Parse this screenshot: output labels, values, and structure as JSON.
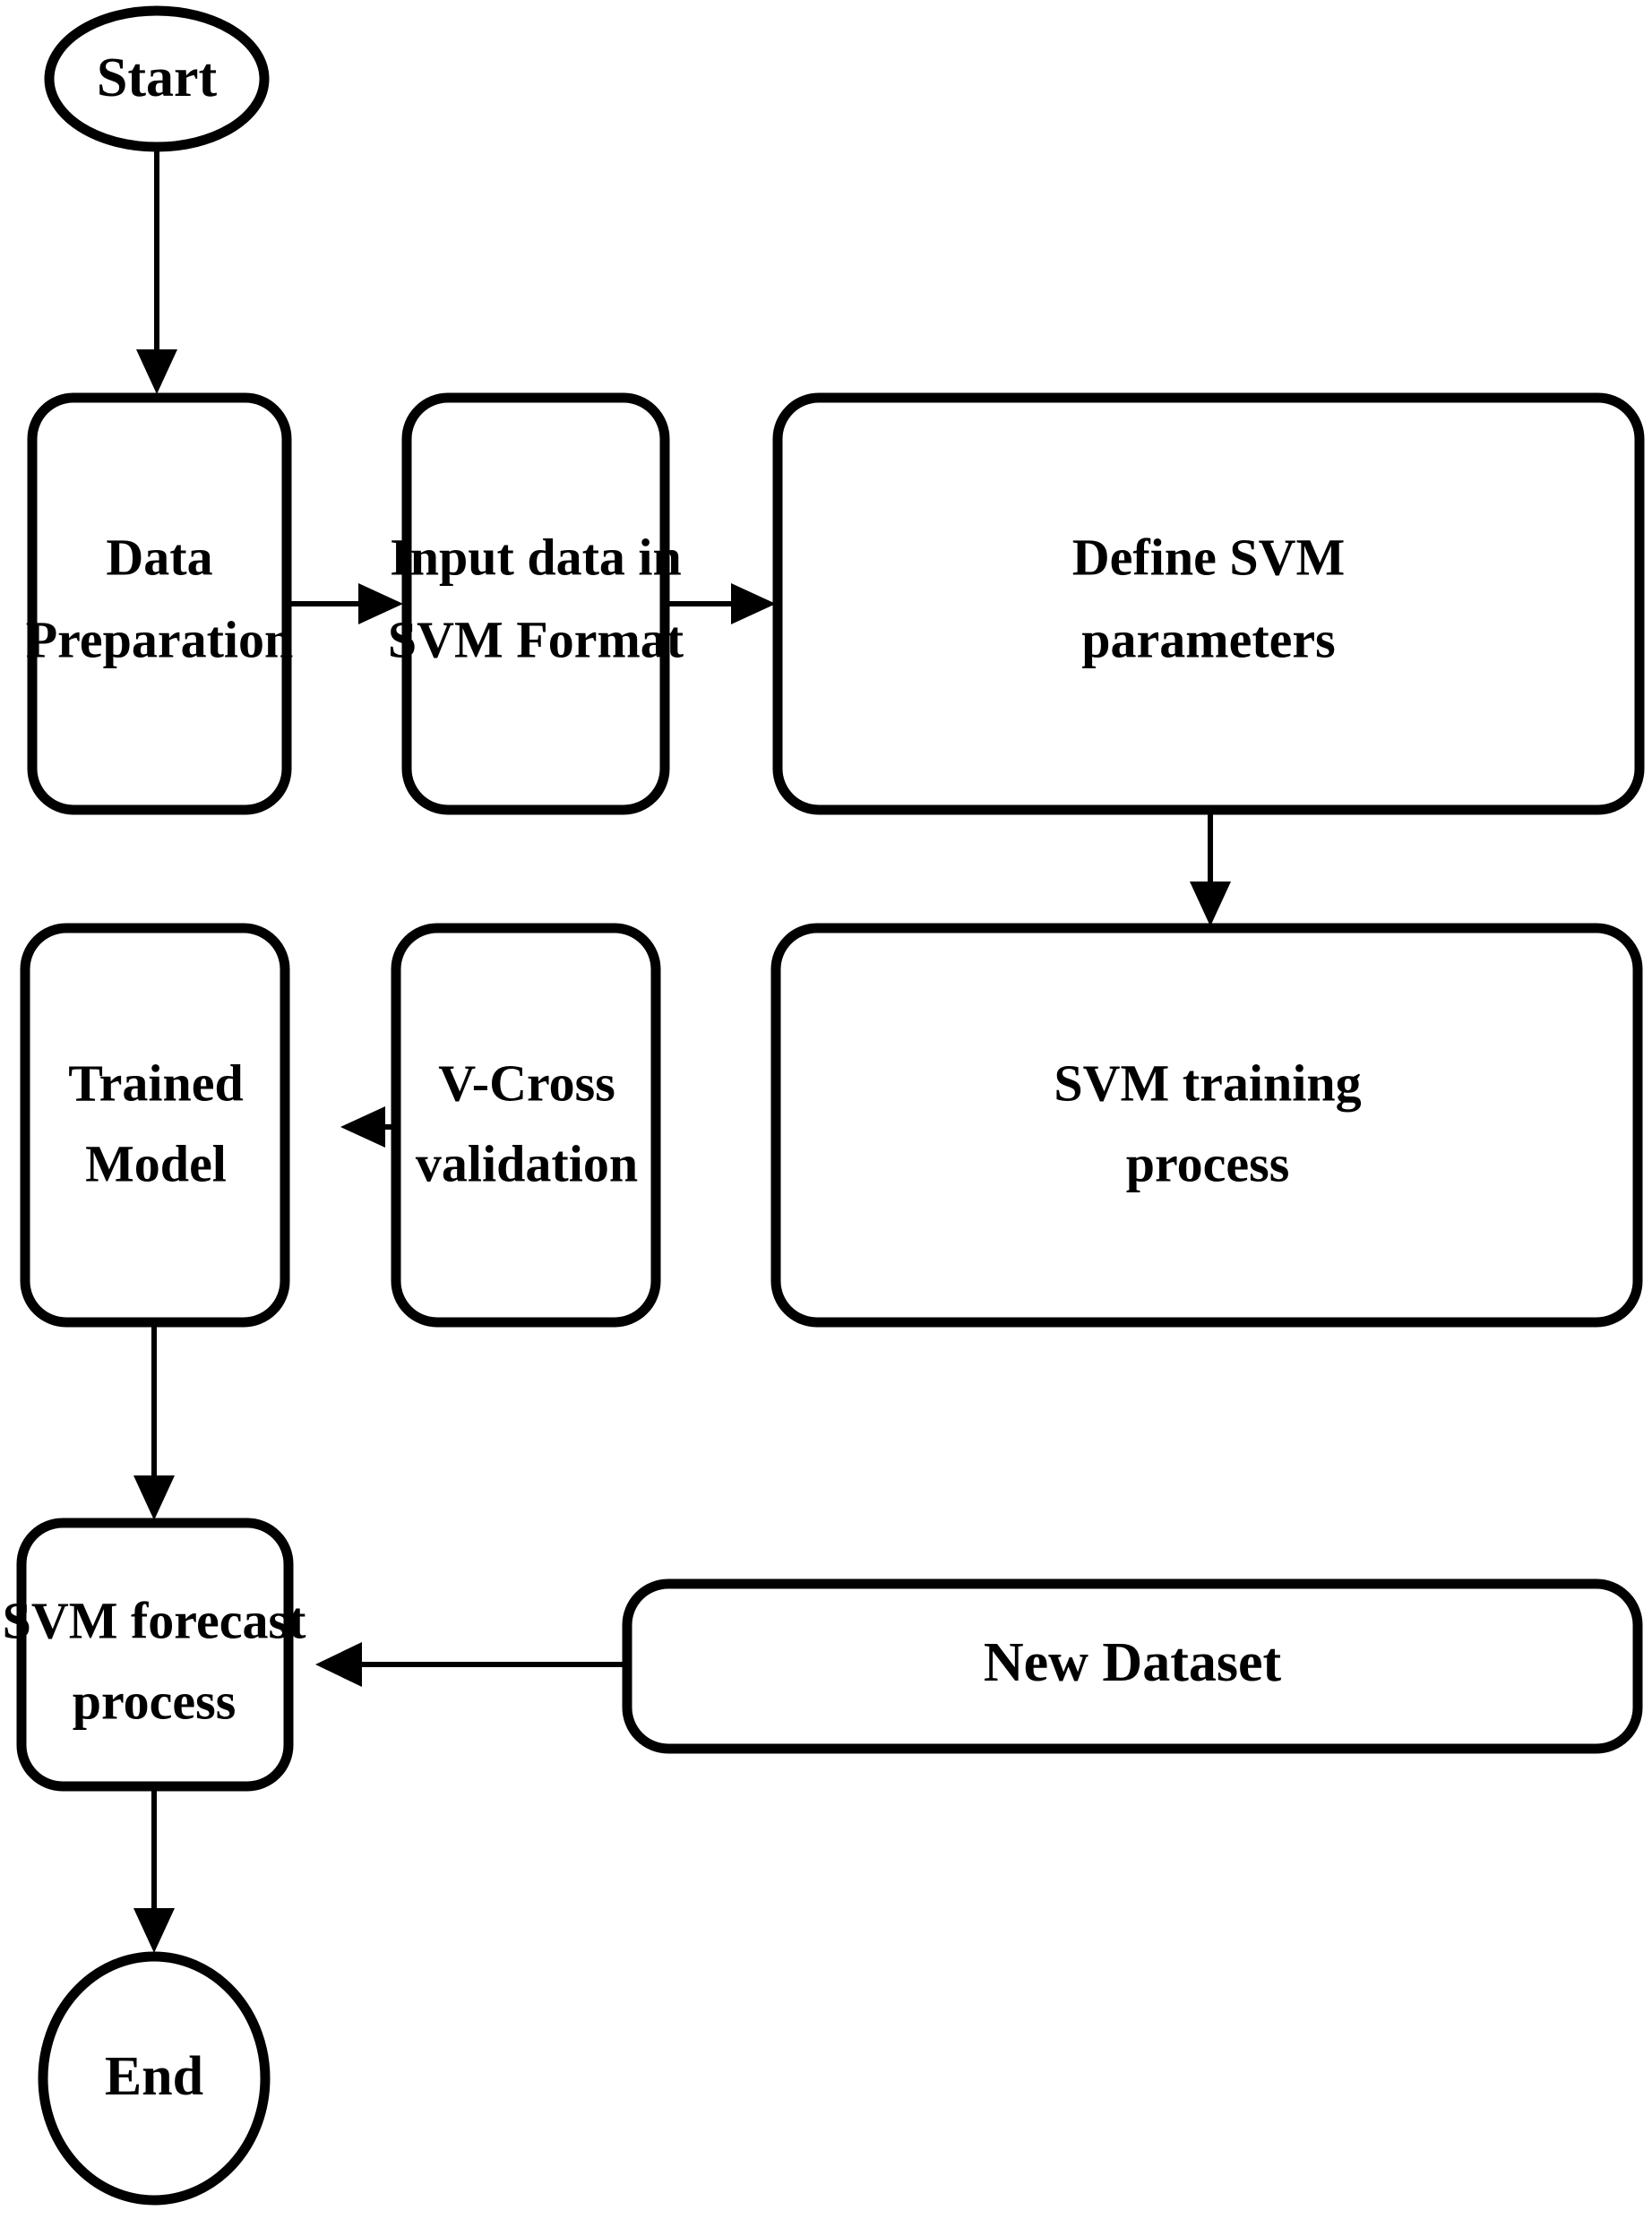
{
  "diagram": {
    "title": "SVM forecasting workflow flowchart",
    "orientation": "top-to-bottom, serpentine",
    "stroke_color": "#000000",
    "fill_color": "#ffffff",
    "background": "#ffffff"
  },
  "nodes": {
    "start": {
      "label": "Start",
      "shape": "ellipse"
    },
    "data_preparation": {
      "label_line1": "Data",
      "label_line2": "Preparation",
      "shape": "rounded-rect"
    },
    "input_data": {
      "label_line1": "Input data in",
      "label_line2": "SVM Format",
      "shape": "rounded-rect"
    },
    "define_params": {
      "label_line1": "Define SVM",
      "label_line2": "parameters",
      "shape": "rounded-rect"
    },
    "svm_training": {
      "label_line1": "SVM training",
      "label_line2": "process",
      "shape": "rounded-rect"
    },
    "cross_validation": {
      "label_line1": "V-Cross",
      "label_line2": "validation",
      "shape": "rounded-rect"
    },
    "trained_model": {
      "label_line1": "Trained",
      "label_line2": "Model",
      "shape": "rounded-rect"
    },
    "svm_forecast": {
      "label_line1": "SVM forecast",
      "label_line2": "process",
      "shape": "rounded-rect"
    },
    "new_dataset": {
      "label": "New Dataset",
      "shape": "rounded-rect"
    },
    "end": {
      "label": "End",
      "shape": "stadium"
    }
  },
  "edges": [
    {
      "id": "e1",
      "from": "start",
      "to": "data_preparation",
      "direction": "down"
    },
    {
      "id": "e2",
      "from": "data_preparation",
      "to": "input_data",
      "direction": "right"
    },
    {
      "id": "e3",
      "from": "input_data",
      "to": "define_params",
      "direction": "right"
    },
    {
      "id": "e4",
      "from": "define_params",
      "to": "svm_training",
      "direction": "down"
    },
    {
      "id": "e5",
      "from": "svm_training",
      "to": "cross_validation",
      "direction": "left"
    },
    {
      "id": "e6",
      "from": "cross_validation",
      "to": "trained_model",
      "direction": "left"
    },
    {
      "id": "e7",
      "from": "trained_model",
      "to": "svm_forecast",
      "direction": "down"
    },
    {
      "id": "e8",
      "from": "new_dataset",
      "to": "svm_forecast",
      "direction": "left"
    },
    {
      "id": "e9",
      "from": "svm_forecast",
      "to": "end",
      "direction": "down"
    }
  ]
}
